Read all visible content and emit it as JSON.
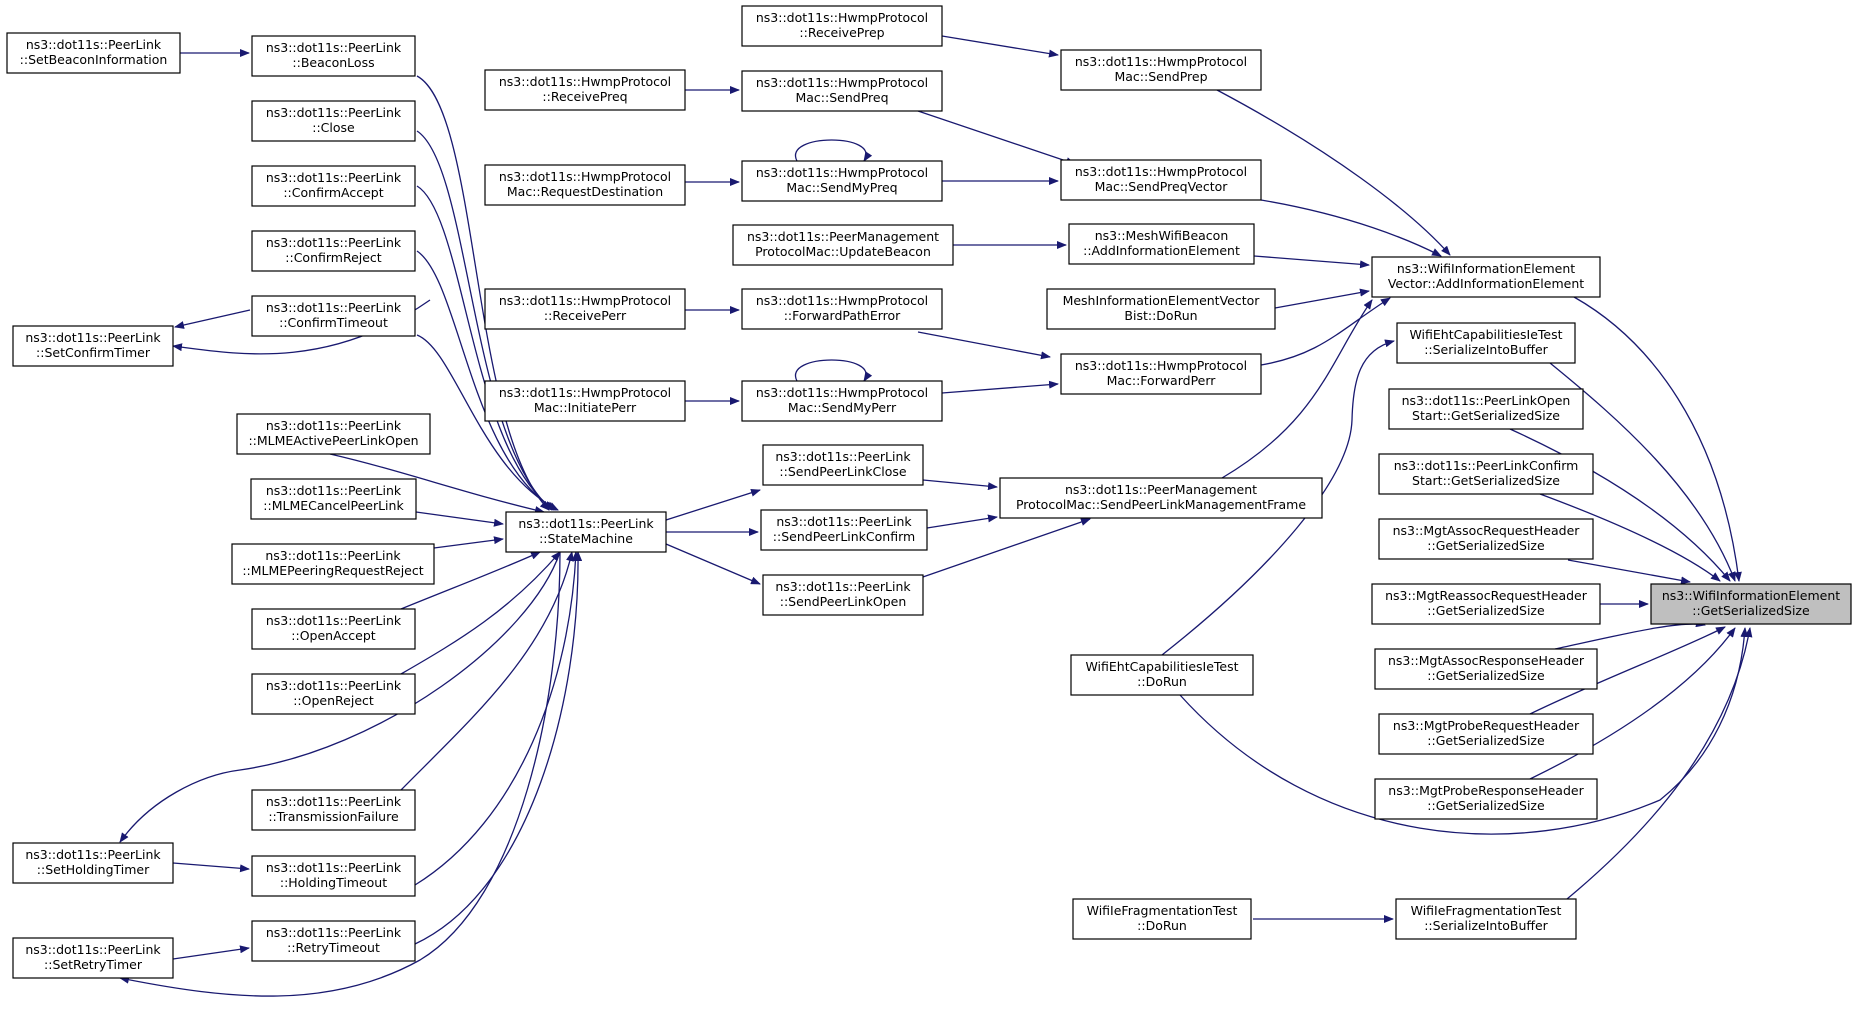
{
  "nodes": [
    {
      "id": "SetBeaconInformation",
      "lines": [
        "ns3::dot11s::PeerLink",
        "::SetBeaconInformation"
      ]
    },
    {
      "id": "BeaconLoss",
      "lines": [
        "ns3::dot11s::PeerLink",
        "::BeaconLoss"
      ]
    },
    {
      "id": "Close",
      "lines": [
        "ns3::dot11s::PeerLink",
        "::Close"
      ]
    },
    {
      "id": "ConfirmAccept",
      "lines": [
        "ns3::dot11s::PeerLink",
        "::ConfirmAccept"
      ]
    },
    {
      "id": "ConfirmReject",
      "lines": [
        "ns3::dot11s::PeerLink",
        "::ConfirmReject"
      ]
    },
    {
      "id": "ConfirmTimeout",
      "lines": [
        "ns3::dot11s::PeerLink",
        "::ConfirmTimeout"
      ]
    },
    {
      "id": "SetConfirmTimer",
      "lines": [
        "ns3::dot11s::PeerLink",
        "::SetConfirmTimer"
      ]
    },
    {
      "id": "MLMEActivePeerLinkOpen",
      "lines": [
        "ns3::dot11s::PeerLink",
        "::MLMEActivePeerLinkOpen"
      ]
    },
    {
      "id": "MLMECancelPeerLink",
      "lines": [
        "ns3::dot11s::PeerLink",
        "::MLMECancelPeerLink"
      ]
    },
    {
      "id": "MLMEPeeringRequestReject",
      "lines": [
        "ns3::dot11s::PeerLink",
        "::MLMEPeeringRequestReject"
      ]
    },
    {
      "id": "OpenAccept",
      "lines": [
        "ns3::dot11s::PeerLink",
        "::OpenAccept"
      ]
    },
    {
      "id": "OpenReject",
      "lines": [
        "ns3::dot11s::PeerLink",
        "::OpenReject"
      ]
    },
    {
      "id": "TransmissionFailure",
      "lines": [
        "ns3::dot11s::PeerLink",
        "::TransmissionFailure"
      ]
    },
    {
      "id": "SetHoldingTimer",
      "lines": [
        "ns3::dot11s::PeerLink",
        "::SetHoldingTimer"
      ]
    },
    {
      "id": "HoldingTimeout",
      "lines": [
        "ns3::dot11s::PeerLink",
        "::HoldingTimeout"
      ]
    },
    {
      "id": "SetRetryTimer",
      "lines": [
        "ns3::dot11s::PeerLink",
        "::SetRetryTimer"
      ]
    },
    {
      "id": "RetryTimeout",
      "lines": [
        "ns3::dot11s::PeerLink",
        "::RetryTimeout"
      ]
    },
    {
      "id": "StateMachine",
      "lines": [
        "ns3::dot11s::PeerLink",
        "::StateMachine"
      ]
    },
    {
      "id": "ReceivePreq",
      "lines": [
        "ns3::dot11s::HwmpProtocol",
        "::ReceivePreq"
      ]
    },
    {
      "id": "RequestDestination",
      "lines": [
        "ns3::dot11s::HwmpProtocol",
        "Mac::RequestDestination"
      ]
    },
    {
      "id": "UpdateBeacon",
      "lines": [
        "ns3::dot11s::PeerManagement",
        "ProtocolMac::UpdateBeacon"
      ]
    },
    {
      "id": "ReceivePerr",
      "lines": [
        "ns3::dot11s::HwmpProtocol",
        "::ReceivePerr"
      ]
    },
    {
      "id": "InitiatePerr",
      "lines": [
        "ns3::dot11s::HwmpProtocol",
        "Mac::InitiatePerr"
      ]
    },
    {
      "id": "ReceivePrep",
      "lines": [
        "ns3::dot11s::HwmpProtocol",
        "::ReceivePrep"
      ]
    },
    {
      "id": "SendPreq",
      "lines": [
        "ns3::dot11s::HwmpProtocol",
        "Mac::SendPreq"
      ]
    },
    {
      "id": "SendMyPreq",
      "lines": [
        "ns3::dot11s::HwmpProtocol",
        "Mac::SendMyPreq"
      ]
    },
    {
      "id": "ForwardPathError",
      "lines": [
        "ns3::dot11s::HwmpProtocol",
        "::ForwardPathError"
      ]
    },
    {
      "id": "SendMyPerr",
      "lines": [
        "ns3::dot11s::HwmpProtocol",
        "Mac::SendMyPerr"
      ]
    },
    {
      "id": "SendPeerLinkClose",
      "lines": [
        "ns3::dot11s::PeerLink",
        "::SendPeerLinkClose"
      ]
    },
    {
      "id": "SendPeerLinkConfirm",
      "lines": [
        "ns3::dot11s::PeerLink",
        "::SendPeerLinkConfirm"
      ]
    },
    {
      "id": "SendPeerLinkOpen",
      "lines": [
        "ns3::dot11s::PeerLink",
        "::SendPeerLinkOpen"
      ]
    },
    {
      "id": "SendPrep",
      "lines": [
        "ns3::dot11s::HwmpProtocol",
        "Mac::SendPrep"
      ]
    },
    {
      "id": "SendPreqVector",
      "lines": [
        "ns3::dot11s::HwmpProtocol",
        "Mac::SendPreqVector"
      ]
    },
    {
      "id": "MeshAddInfo",
      "lines": [
        "ns3::MeshWifiBeacon",
        "::AddInformationElement"
      ]
    },
    {
      "id": "MeshIeVectorDoRun",
      "lines": [
        "MeshInformationElementVector",
        "Bist::DoRun"
      ]
    },
    {
      "id": "ForwardPerr",
      "lines": [
        "ns3::dot11s::HwmpProtocol",
        "Mac::ForwardPerr"
      ]
    },
    {
      "id": "SendPeerLinkMgmtFrame",
      "lines": [
        "ns3::dot11s::PeerManagement",
        "ProtocolMac::SendPeerLinkManagementFrame"
      ]
    },
    {
      "id": "EhtDoRun",
      "lines": [
        "WifiEhtCapabilitiesIeTest",
        "::DoRun"
      ]
    },
    {
      "id": "FragDoRun",
      "lines": [
        "WifiIeFragmentationTest",
        "::DoRun"
      ]
    },
    {
      "id": "WifiIeVecAdd",
      "lines": [
        "ns3::WifiInformationElement",
        "Vector::AddInformationElement"
      ]
    },
    {
      "id": "EhtSerialize",
      "lines": [
        "WifiEhtCapabilitiesIeTest",
        "::SerializeIntoBuffer"
      ]
    },
    {
      "id": "OpenStartSize",
      "lines": [
        "ns3::dot11s::PeerLinkOpen",
        "Start::GetSerializedSize"
      ]
    },
    {
      "id": "ConfirmStartSize",
      "lines": [
        "ns3::dot11s::PeerLinkConfirm",
        "Start::GetSerializedSize"
      ]
    },
    {
      "id": "AssocReqSize",
      "lines": [
        "ns3::MgtAssocRequestHeader",
        "::GetSerializedSize"
      ]
    },
    {
      "id": "ReassocReqSize",
      "lines": [
        "ns3::MgtReassocRequestHeader",
        "::GetSerializedSize"
      ]
    },
    {
      "id": "AssocRespSize",
      "lines": [
        "ns3::MgtAssocResponseHeader",
        "::GetSerializedSize"
      ]
    },
    {
      "id": "ProbeReqSize",
      "lines": [
        "ns3::MgtProbeRequestHeader",
        "::GetSerializedSize"
      ]
    },
    {
      "id": "ProbeRespSize",
      "lines": [
        "ns3::MgtProbeResponseHeader",
        "::GetSerializedSize"
      ]
    },
    {
      "id": "FragSerialize",
      "lines": [
        "WifiIeFragmentationTest",
        "::SerializeIntoBuffer"
      ]
    },
    {
      "id": "Target",
      "lines": [
        "ns3::WifiInformationElement",
        "::GetSerializedSize"
      ]
    }
  ],
  "colors": {
    "edge": "#191970",
    "focus_fill": "#bfbfbf",
    "node_fill": "#ffffff",
    "border": "#000000"
  }
}
